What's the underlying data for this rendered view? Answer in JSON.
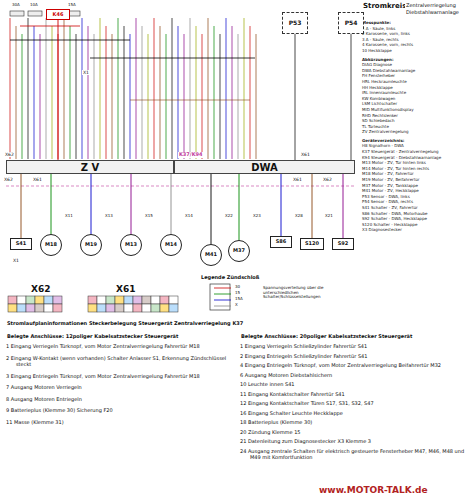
{
  "diagram": {
    "title": "Stromkreis",
    "nodes": [
      {
        "text": [
          "K46"
        ]
      },
      {
        "text": [
          "P53"
        ]
      },
      {
        "text": [
          "P54"
        ]
      },
      {
        "text": [
          "Z V"
        ]
      },
      {
        "text": [
          "DWA"
        ]
      },
      {
        "text": [
          "S41"
        ]
      },
      {
        "text": [
          "M18"
        ]
      },
      {
        "text": [
          "M19"
        ]
      },
      {
        "text": [
          "M13"
        ]
      },
      {
        "text": [
          "M14"
        ]
      },
      {
        "text": [
          "M41"
        ]
      },
      {
        "text": [
          "M37"
        ]
      },
      {
        "text": [
          "S86"
        ]
      },
      {
        "text": [
          "S120"
        ]
      },
      {
        "text": [
          "S92"
        ]
      }
    ],
    "edges": [
      {
        "from": 0,
        "to": 3,
        "arrow": "none"
      },
      {
        "from": 1,
        "to": 4,
        "arrow": "none"
      },
      {
        "from": 2,
        "to": 4,
        "arrow": "none"
      },
      {
        "from": 3,
        "to": 5,
        "arrow": "none"
      },
      {
        "from": 3,
        "to": 6,
        "arrow": "none"
      },
      {
        "from": 3,
        "to": 7,
        "arrow": "none"
      },
      {
        "from": 3,
        "to": 8,
        "arrow": "none"
      },
      {
        "from": 3,
        "to": 9,
        "arrow": "none"
      },
      {
        "from": 4,
        "to": 10,
        "arrow": "none"
      },
      {
        "from": 4,
        "to": 11,
        "arrow": "none"
      },
      {
        "from": 4,
        "to": 12,
        "arrow": "none"
      },
      {
        "from": 4,
        "to": 13,
        "arrow": "none"
      },
      {
        "from": 4,
        "to": 14,
        "arrow": "none"
      }
    ],
    "labels": [
      "Zentralverriegelung",
      "Diebstahlwarnanlage",
      "Messpunkte:",
      "1   A - Säule, links",
      "2   Karosserie, vorn, links",
      "3   A - Säule, rechts",
      "4   Karosserie, vorn, rechts",
      "10  Heckklappe",
      "Abkürzungen:",
      "DIAG  Diagnose",
      "DWA  Diebstahlwarnanlage",
      "FH  Fensterheber",
      "HRL  Heckraumleuchte",
      "HH  Heckklappe",
      "IRL  Innenraumleuchte",
      "KW  Kombiwagen",
      "LSM  Lichtschalter",
      "MID  Multifunktionsdisplay",
      "RHD  Rechtslenker",
      "SD  Schiebedach",
      "TL  Türleuchte",
      "ZV  Zentralverriegelung",
      "Geräteverzeichnis:",
      "H8  Signalhorn - DWA",
      "K37  Steuergerät - Zentralverriegelung",
      "K94  Steuergerät - Diebstahlwarnanlage",
      "M13  Motor - ZV, Tür hinten links",
      "M14  Motor - ZV, Tür hinten rechts",
      "M18  Motor - ZV, Fahrertür",
      "M19  Motor - ZV, Beifahrertür",
      "M37  Motor - ZV, Tankklappe",
      "M41  Motor - ZV, Heckklappe",
      "P53  Sensor - DWA, links",
      "P54  Sensor - DWA, rechts",
      "S41  Schalter - ZV, Fahrertür",
      "S86  Schalter - DWA, Motorhaube",
      "S92  Schalter - DWA, Heckklappe",
      "S120  Schalter - Heckklappe",
      "X3  Diagnosestecker",
      "X62",
      "X62",
      "X61",
      "K37/K94",
      "X61",
      "X62",
      "X61",
      "30A",
      "10A",
      "15A",
      "X1",
      "X11",
      "X13",
      "X15",
      "X14",
      "X22",
      "X23",
      "X28",
      "X21",
      "X1",
      "Legende Zündschloß",
      "30",
      "15",
      "15A",
      "X",
      "Spannungsverteilung über die unterschiedlichen Schalter/Schlüsselstellungen",
      "X62",
      "X61",
      "www.MOTOR-TALK.de",
      "Stromlaufplaninformationen Steckerbelegung Steuergerät Zentralverriegelung K37",
      "Belegte Anschlüsse: 12poliger Kabelsatzstecker Steuergerät",
      "1 Eingang Verriegeln Türknopf, vom Motor Zentralverriegelung Fahrertür M18",
      "2 Eingang W-Kontakt (wenn vorhanden) Schalter Anlasser S1, Erkennung Zündschlüssel steckt",
      "3 Eingang Entriegeln Türknopf, vom Motor Zentralverriegelung Fahrertür M18",
      "7 Ausgang Motoren Verriegeln",
      "8 Ausgang Motoren Entriegeln",
      "9 Batterieplus (Klemme 30) Sicherung F20",
      "11 Masse (Klemme 31)",
      "Belegte Anschlüsse: 20poliger Kabelsatzstecker Steuergerät",
      "1 Eingang Verriegeln Schließzylinder Fahrertür S41",
      "2 Eingang Entriegeln Schließzylinder Fahrertür S41",
      "4 Eingang Entriegeln Türknopf, vom Motor Zentralverriegelung Beifahrertür M32",
      "6 Ausgang Motoren Diebstahlsichern",
      "10 Leuchte innen S41",
      "11 Eingang Kontaktschalter Fahrertür S41",
      "12 Eingang Kontaktschalter Türen S17, S31, S32, S47",
      "16 Eingang Schalter Leuchte Heckklappe",
      "18 Batterieplus (Klemme 30)",
      "20 Zündung Klemme 15",
      "21 Datenleitung zum Diagnosestecker X3 Klemme 3",
      "24 Ausgang zentrale Schalten für elektrisch gesteuerte Fensterheber M47, M46, M48 und M49 mit Komfortfunktion"
    ]
  }
}
